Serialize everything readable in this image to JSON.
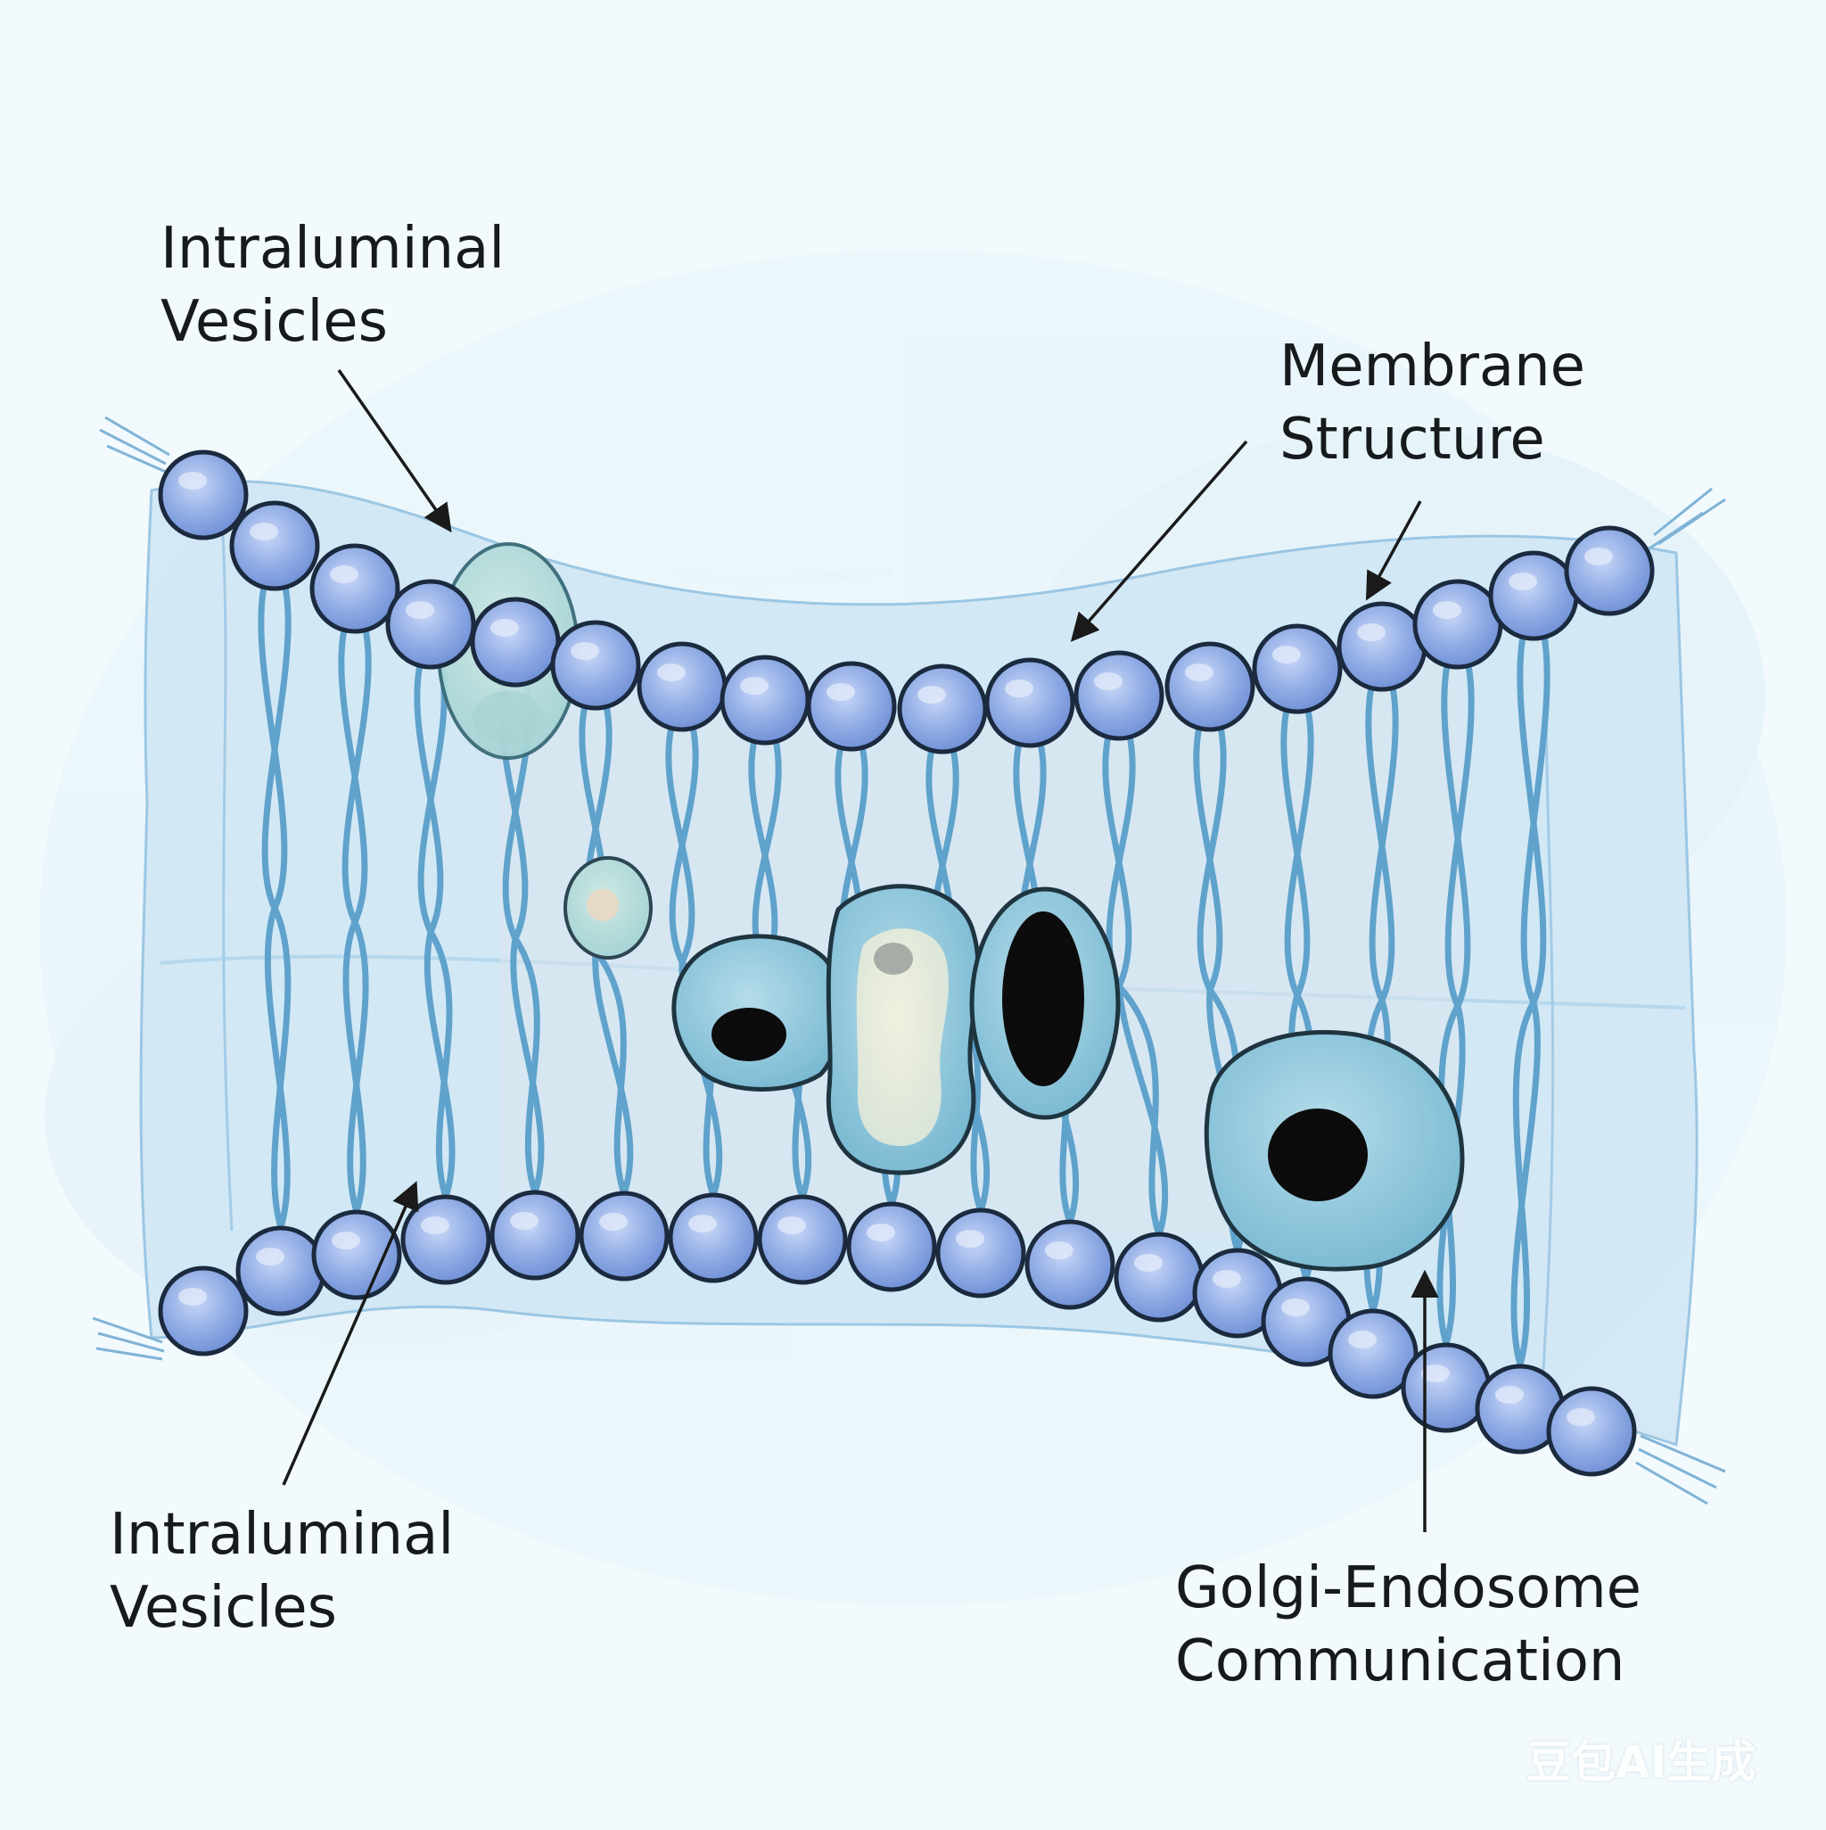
{
  "labels": {
    "top_left": {
      "line1": "Intraluminal",
      "line2": "Vesicles"
    },
    "top_right": {
      "line1": "Membrane",
      "line2": "Structure"
    },
    "bottom_left": {
      "line1": "Intraluminal",
      "line2": "Vesicles"
    },
    "bottom_right": {
      "line1": "Golgi-Endosome",
      "line2": "Communication"
    }
  },
  "watermark": "豆包AI生成",
  "colors": {
    "background": "#f2fafd",
    "membrane_body": "#cfe6f5",
    "lipid_head": "#8aa8e4",
    "lipid_outline": "#1b2a3e",
    "tail": "#5fa2cc",
    "vesicle_fill": "#84c2d8",
    "vesicle_pale": "#e6ecd6",
    "nucleus": "#0c0c0c",
    "arrow": "#1a1a1a"
  }
}
